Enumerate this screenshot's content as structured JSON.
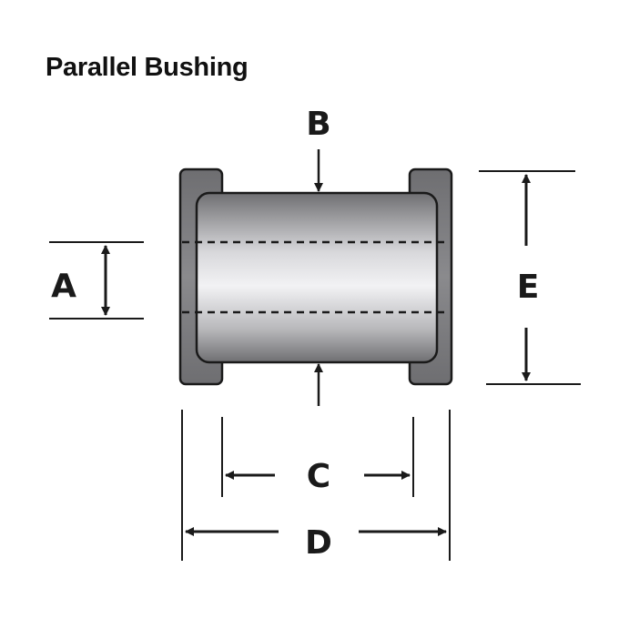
{
  "title": "Parallel Bushing",
  "dimensions": {
    "a": "A",
    "b": "B",
    "c": "C",
    "d": "D",
    "e": "E"
  },
  "colors": {
    "outline": "#1a1a1a",
    "flange_fill": "#7a7a7d",
    "body_light": "#ececef",
    "body_dark": "#6f6f72"
  }
}
